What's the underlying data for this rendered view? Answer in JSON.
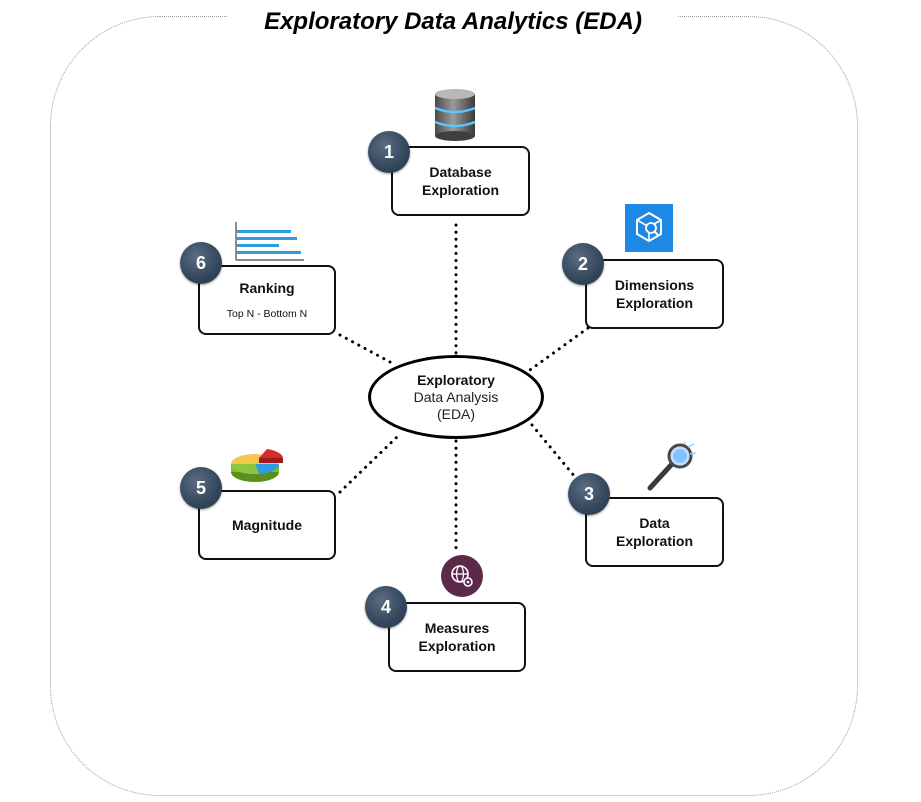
{
  "title": "Exploratory Data Analytics (EDA)",
  "center": {
    "line1": "Exploratory",
    "line2": "Data Analysis",
    "line3": "(EDA)"
  },
  "nodes": [
    {
      "number": "1",
      "label": "Database\nExploration",
      "icon": "database-icon"
    },
    {
      "number": "2",
      "label": "Dimensions\nExploration",
      "icon": "cube-search-icon"
    },
    {
      "number": "3",
      "label": "Data\nExploration",
      "icon": "magnifier-icon"
    },
    {
      "number": "4",
      "label": "Measures\nExploration",
      "icon": "globe-gear-icon"
    },
    {
      "number": "5",
      "label": "Magnitude",
      "icon": "pie-chart-icon"
    },
    {
      "number": "6",
      "label": "Ranking",
      "sublabel": "Top N - Bottom N",
      "icon": "bar-chart-icon"
    }
  ],
  "colors": {
    "badge": "#33465b",
    "border": "#111111",
    "frame": "#9a9a9a",
    "cube_icon_bg": "#1e88e5",
    "globe_icon_bg": "#5b2a4a"
  }
}
